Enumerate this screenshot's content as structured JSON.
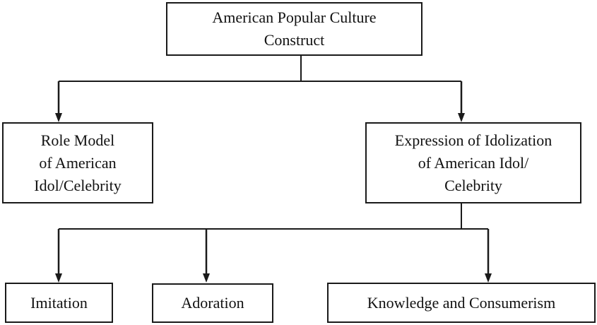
{
  "diagram": {
    "type": "hierarchy",
    "nodes": {
      "root": {
        "lines": [
          "American Popular Culture",
          "Construct"
        ]
      },
      "role_model": {
        "lines": [
          "Role Model",
          "of American",
          "Idol/Celebrity"
        ]
      },
      "expression": {
        "lines": [
          "Expression of Idolization",
          "of American Idol/",
          "Celebrity"
        ]
      },
      "imitation": {
        "lines": [
          "Imitation"
        ]
      },
      "adoration": {
        "lines": [
          "Adoration"
        ]
      },
      "knowledge": {
        "lines": [
          "Knowledge and Consumerism"
        ]
      }
    },
    "edges": [
      {
        "from": "root",
        "to": "role_model"
      },
      {
        "from": "root",
        "to": "expression"
      },
      {
        "from": "expression",
        "to": "imitation"
      },
      {
        "from": "expression",
        "to": "adoration"
      },
      {
        "from": "expression",
        "to": "knowledge"
      }
    ],
    "colors": {
      "line": "#1a1a1a",
      "background": "#ffffff"
    }
  }
}
